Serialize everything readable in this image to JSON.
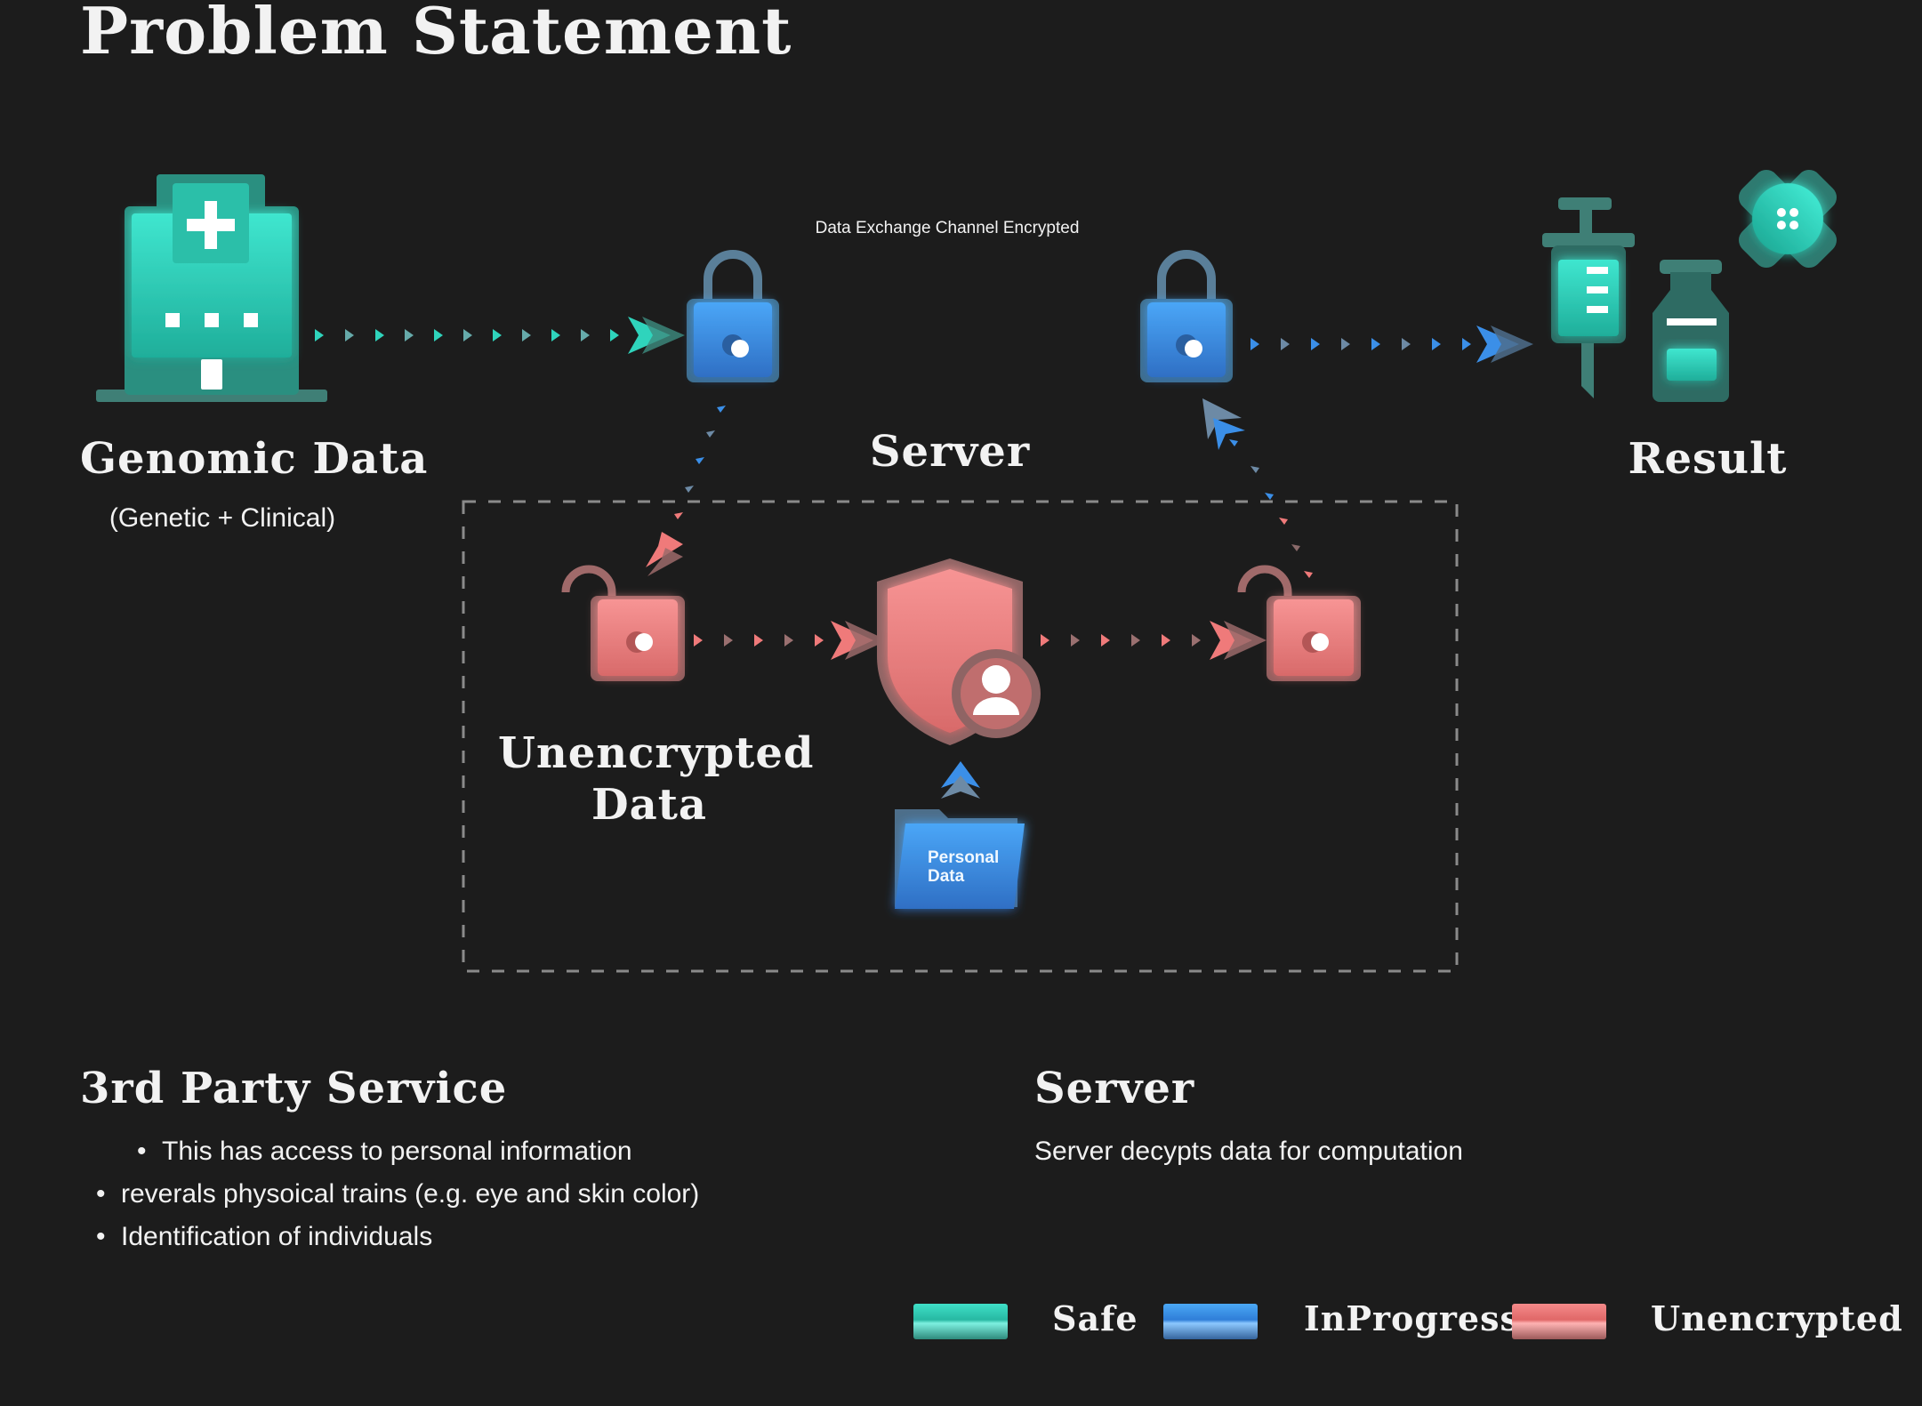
{
  "title": "Problem Statement",
  "nodes": {
    "genomic": {
      "label": "Genomic Data",
      "sublabel": "(Genetic + Clinical)"
    },
    "server": {
      "label": "Server"
    },
    "result": {
      "label": "Result"
    },
    "channel": {
      "label": "Data Exchange Channel Encrypted"
    },
    "unencrypted": {
      "label": "Unencrypted Data"
    },
    "folder": {
      "label": "Personal Data"
    }
  },
  "sections": {
    "third_party": {
      "heading": "3rd Party Service",
      "bullets": [
        "This has access to personal information",
        "reverals physoical trains (e.g. eye and skin color)",
        "Identification of individuals"
      ]
    },
    "server": {
      "heading": "Server",
      "description": "Server decypts data for computation"
    }
  },
  "legend": [
    {
      "label": "Safe",
      "color": "#2fd4bc"
    },
    {
      "label": "InProgress",
      "color": "#3b8fe8"
    },
    {
      "label": "Unencrypted",
      "color": "#ef7a7a"
    }
  ],
  "colors": {
    "background": "#1c1c1c",
    "safe": "#2fd4bc",
    "in_progress": "#3b8fe8",
    "unencrypted": "#ef7a7a",
    "dashed_box": "#8a8a8a"
  },
  "icons": [
    "hospital-icon",
    "lock-closed-icon",
    "lock-open-icon",
    "shield-user-icon",
    "folder-icon",
    "syringe-icon",
    "vial-icon",
    "bandage-icon"
  ]
}
